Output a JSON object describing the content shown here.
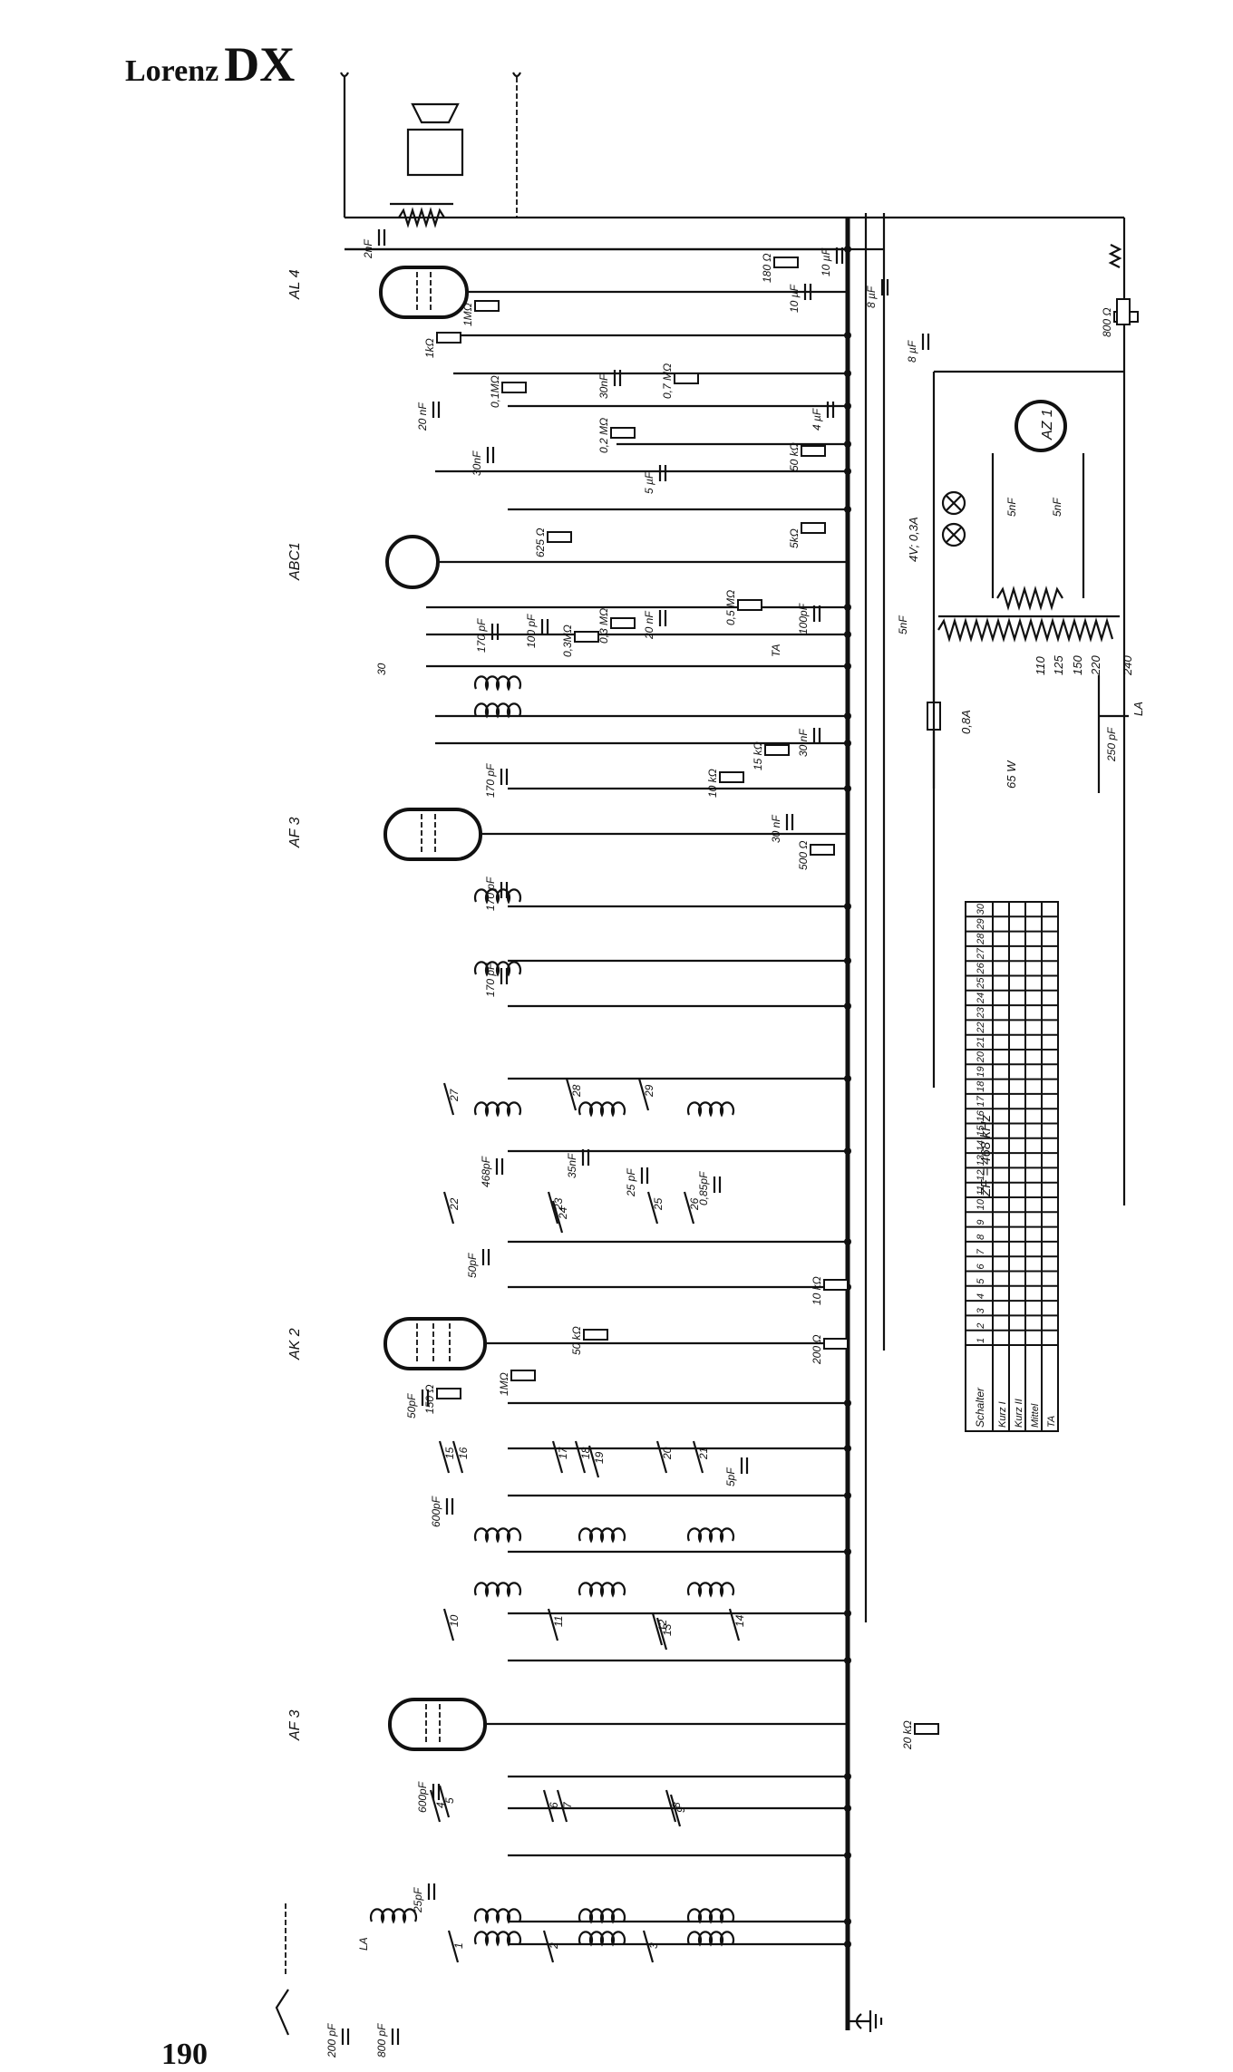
{
  "title": {
    "brand": "Lorenz",
    "model": "DX"
  },
  "page_number": "190",
  "tubes": [
    {
      "id": "t1",
      "label": "AL 4"
    },
    {
      "id": "t2",
      "label": "ABC1"
    },
    {
      "id": "t3",
      "label": "AF 3"
    },
    {
      "id": "t4",
      "label": "AK 2"
    },
    {
      "id": "t5",
      "label": "AF 3"
    },
    {
      "id": "rect",
      "label": "AZ 1"
    }
  ],
  "power": {
    "lamps": "4V; 0,3A",
    "fuse": "0,8A",
    "power_rating": "65 W",
    "taps": [
      "110",
      "125",
      "150",
      "220",
      "240"
    ],
    "filter_caps": [
      "5nF",
      "5nF",
      "5nF"
    ],
    "la_cap": "250 pF",
    "la_label": "LA"
  },
  "if_label": "ZF = 468 kHz",
  "components": {
    "c_2nF": "2nF",
    "r_180": "180 Ω",
    "c_10uF_a": "10 µF",
    "c_10uF_b": "10 µF",
    "c_8uF_a": "8 µF",
    "c_8uF_b": "8 µF",
    "r_800": "800 Ω",
    "r_1k": "1kΩ",
    "r_1M": "1MΩ",
    "c_20nF": "20 nF",
    "pot_01M": "0,1MΩ",
    "c_30nF_a": "30nF",
    "c_30nF_b": "30nF",
    "pot_07M": "0,7 MΩ",
    "r_02M": "0,2 MΩ",
    "c_4uF": "4 µF",
    "r_50k": "50 kΩ",
    "c_5uF": "5 µF",
    "r_625": "625 Ω",
    "r_5k": "5kΩ",
    "c_100pF_a": "100 pF",
    "c_100pF_b": "100pF",
    "c_170pF_a": "170 pF",
    "c_170pF_b": "170 pF",
    "c_170pF_c": "170 pF",
    "c_170pF_d": "170 pF",
    "r_03M_a": "0,3MΩ",
    "r_03M_b": "0,3 MΩ",
    "c_20nF_b": "20 nF",
    "pot_05M": "0,5 MΩ",
    "sw_30": "30",
    "ta": "TA",
    "r_10k": "10 kΩ",
    "r_15k": "15 kΩ",
    "c_30nF_c": "30 nF",
    "c_30nF_d": "30 nF",
    "r_500": "500 Ω",
    "c_468pF": "468pF",
    "c_35nF": "35nF",
    "c_25pF": "25 pF",
    "c_085pF": "0,85pF",
    "c_50pF_a": "50pF",
    "r_50k_b": "50 kΩ",
    "r_10k_b": "10 kΩ",
    "r_200": "200 Ω",
    "r_150": "150 Ω",
    "c_50pF_b": "50pF",
    "r_1M_b": "1MΩ",
    "c_5pF": "5pF",
    "c_600pF_a": "600pF",
    "c_600pF_b": "600pF",
    "r_20k": "20 kΩ",
    "c_25pF_b": "25pF",
    "c_200pF": "200 pF",
    "c_800pF": "800 pF",
    "la_in": "LA"
  },
  "switch_table": {
    "header": "Schalter",
    "rows": [
      "Kurz I",
      "Kurz II",
      "Mittel",
      "TA"
    ],
    "switches": [
      "1",
      "2",
      "3",
      "4",
      "5",
      "6",
      "7",
      "8",
      "9",
      "10",
      "11",
      "12",
      "13",
      "14",
      "15",
      "16",
      "17",
      "18",
      "19",
      "20",
      "21",
      "22",
      "23",
      "24",
      "25",
      "26",
      "27",
      "28",
      "29",
      "30"
    ],
    "closed_in_row": [
      0,
      1,
      2,
      0,
      0,
      1,
      1,
      2,
      2,
      0,
      1,
      2,
      3,
      1,
      0,
      0,
      1,
      1,
      0,
      2,
      2,
      0,
      1,
      0,
      1,
      2,
      0,
      1,
      2,
      3
    ]
  }
}
